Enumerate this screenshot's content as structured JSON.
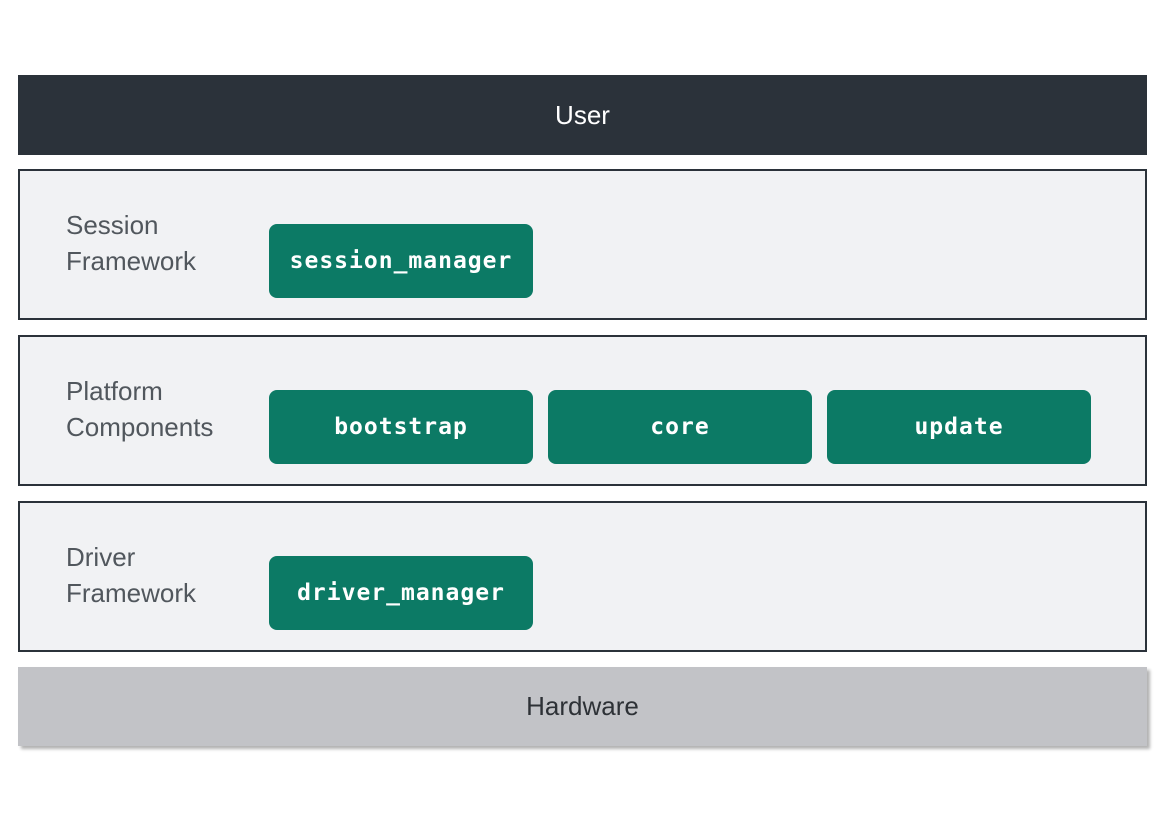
{
  "user": "User",
  "hardware": "Hardware",
  "layers": [
    {
      "label_lines": [
        "Session",
        "Framework"
      ],
      "components": [
        "session_manager"
      ]
    },
    {
      "label_lines": [
        "Platform",
        "Components"
      ],
      "components": [
        "bootstrap",
        "core",
        "update"
      ]
    },
    {
      "label_lines": [
        "Driver",
        "Framework"
      ],
      "components": [
        "driver_manager"
      ]
    }
  ],
  "colors": {
    "user_bar": "#2b323a",
    "layer_bg": "#f1f2f4",
    "component": "#0c7a65",
    "hardware_bar": "#c2c3c7"
  }
}
